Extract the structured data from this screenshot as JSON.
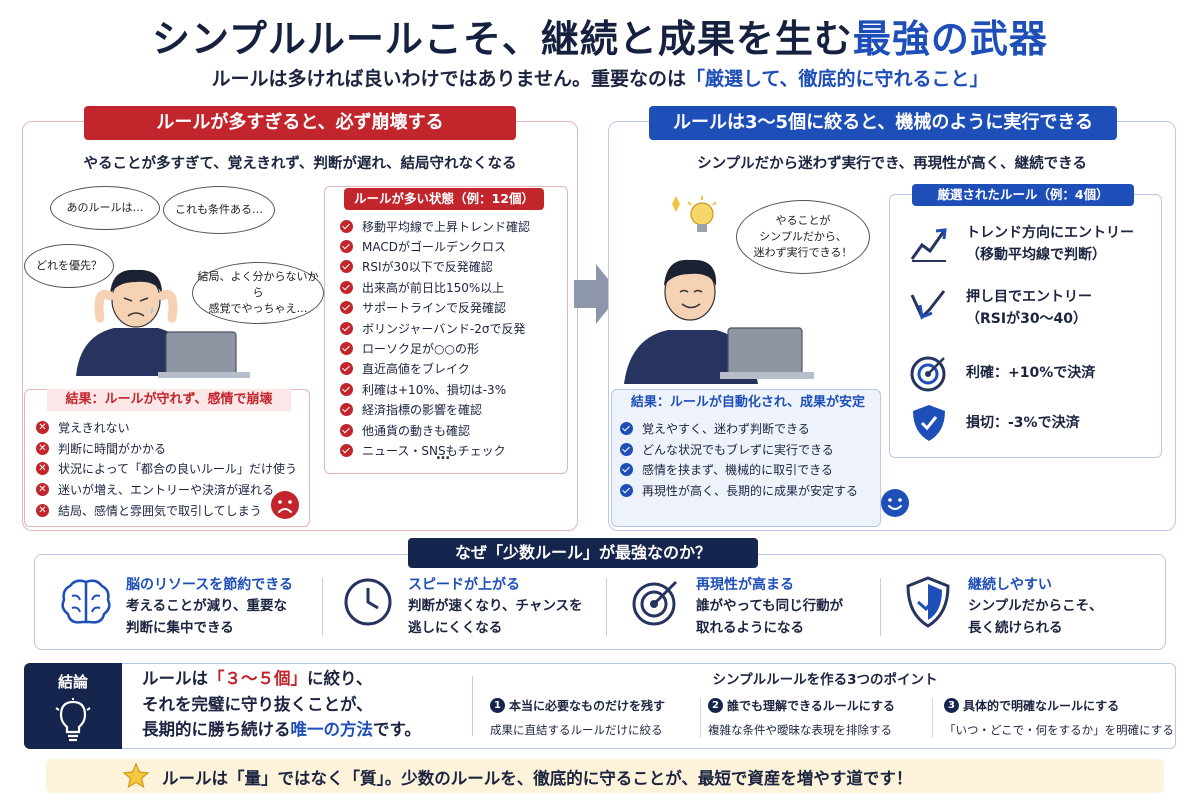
{
  "header": {
    "title_main": "シンプルルールこそ、継続と成果を生む",
    "title_highlight": "最強の武器",
    "subtitle_main": "ルールは多ければ良いわけではありません。重要なのは",
    "subtitle_highlight": "「厳選して、徹底的に守れること」"
  },
  "left_panel": {
    "banner": "ルールが多すぎると、必ず崩壊する",
    "subtitle": "やることが多すぎて、覚えきれず、判断が遅れ、結局守れなくなる",
    "bubbles": [
      "あのルールは…",
      "これも条件ある…",
      "どれを優先？",
      "結局、よく分からないから",
      "感覚でやっちゃえ…"
    ],
    "list_tag": "ルールが多い状態（例：12個）",
    "rules": [
      "移動平均線で上昇トレンド確認",
      "MACDがゴールデンクロス",
      "RSIが30以下で反発確認",
      "出来高が前日比150%以上",
      "サポートラインで反発確認",
      "ボリンジャーバンド-2σで反発",
      "ローソク足が○○の形",
      "直近高値をブレイク",
      "利確は+10%、損切は-3%",
      "経済指標の影響を確認",
      "他通貨の動きも確認",
      "ニュース・SNSもチェック"
    ],
    "ellipsis": "…",
    "result_title": "結果：ルールが守れず、感情で崩壊",
    "results": [
      "覚えきれない",
      "判断に時間がかかる",
      "状況によって「都合の良いルール」だけ使う",
      "迷いが増え、エントリーや決済が遅れる",
      "結局、感情と雰囲気で取引してしまう"
    ]
  },
  "right_panel": {
    "banner": "ルールは3〜5個に絞ると、機械のように実行できる",
    "subtitle": "シンプルだから迷わず実行でき、再現性が高く、継続できる",
    "bubble": [
      "やることが",
      "シンプルだから、",
      "迷わず実行できる！"
    ],
    "selected_tag": "厳選されたルール（例：4個）",
    "selected_rules": [
      {
        "line1": "トレンド方向にエントリー",
        "line2": "（移動平均線で判断）",
        "icon": "trend-up-icon"
      },
      {
        "line1": "押し目でエントリー",
        "line2": "（RSIが30〜40）",
        "icon": "dip-buy-icon"
      },
      {
        "line1": "利確：+10%で決済",
        "line2": "",
        "icon": "target-icon"
      },
      {
        "line1": "損切：-3%で決済",
        "line2": "",
        "icon": "shield-icon"
      }
    ],
    "result_title": "結果：ルールが自動化され、成果が安定",
    "results": [
      "覚えやすく、迷わず判断できる",
      "どんな状況でもブレずに実行できる",
      "感情を挟まず、機械的に取引できる",
      "再現性が高く、長期的に成果が安定する"
    ]
  },
  "why": {
    "tag": "なぜ「少数ルール」が最強なのか？",
    "items": [
      {
        "head": "脳のリソースを節約できる",
        "line1": "考えることが減り、重要な",
        "line2": "判断に集中できる",
        "icon": "brain-icon"
      },
      {
        "head": "スピードが上がる",
        "line1": "判断が速くなり、チャンスを",
        "line2": "逃しにくくなる",
        "icon": "clock-icon"
      },
      {
        "head": "再現性が高まる",
        "line1": "誰がやっても同じ行動が",
        "line2": "取れるようになる",
        "icon": "target-icon"
      },
      {
        "head": "継続しやすい",
        "line1": "シンプルだからこそ、",
        "line2": "長く続けられる",
        "icon": "shield-icon"
      }
    ]
  },
  "conclusion": {
    "label": "結論",
    "line1_a": "ルールは",
    "line1_hl": "「３〜５個」",
    "line1_b": "に絞り、",
    "line2": "それを完璧に守り抜くことが、",
    "line3_a": "長期的に勝ち続ける",
    "line3_hl": "唯一の方法",
    "line3_b": "です。",
    "points_title": "シンプルルールを作る3つのポイント",
    "points": [
      {
        "num": "1",
        "head": "本当に必要なものだけを残す",
        "body": "成果に直結するルールだけに絞る"
      },
      {
        "num": "2",
        "head": "誰でも理解できるルールにする",
        "body": "複雑な条件や曖昧な表現を排除する"
      },
      {
        "num": "3",
        "head": "具体的で明確なルールにする",
        "body": "「いつ・どこで・何をするか」を明確にする"
      }
    ]
  },
  "footer": {
    "text": "ルールは「量」ではなく「質」。少数のルールを、徹底的に守ることが、最短で資産を増やす道です！"
  },
  "colors": {
    "red": "#c2262c",
    "blue": "#1e4fb8",
    "navy": "#16254d",
    "footer_bg": "#fdf3da"
  }
}
